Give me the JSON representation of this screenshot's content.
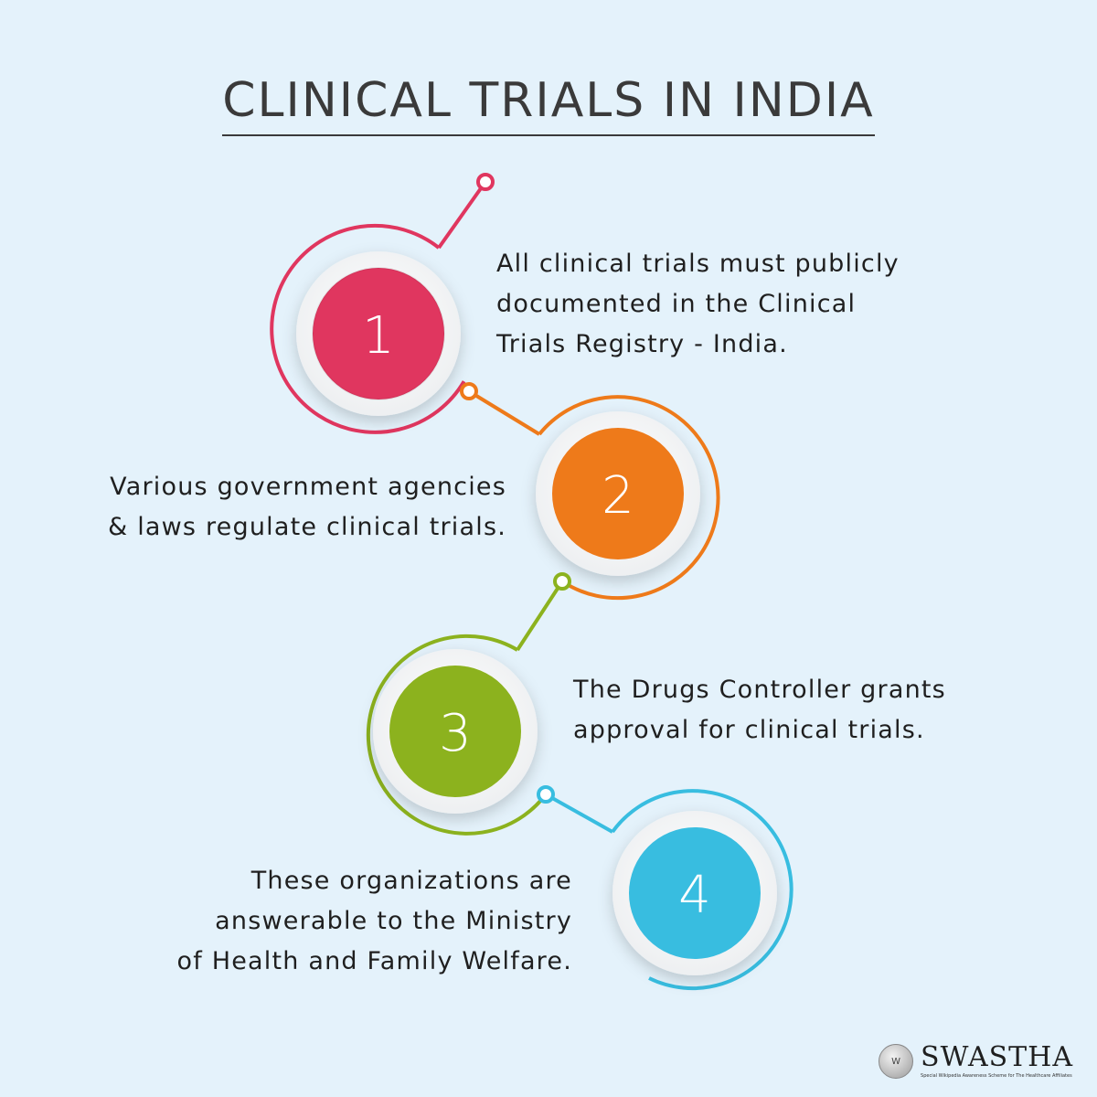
{
  "title": "CLINICAL TRIALS IN INDIA",
  "steps": [
    {
      "number": "1",
      "text_lines": [
        "All clinical trials must publicly",
        "documented in the Clinical",
        "Trials Registry - India."
      ],
      "color": "#e0365f"
    },
    {
      "number": "2",
      "text_lines": [
        "Various government agencies",
        "& laws regulate clinical trials."
      ],
      "color": "#ee7a1a"
    },
    {
      "number": "3",
      "text_lines": [
        "The Drugs Controller grants",
        "approval for clinical trials."
      ],
      "color": "#8cb21e"
    },
    {
      "number": "4",
      "text_lines": [
        "These organizations are",
        "answerable to the Ministry",
        "of Health and Family Welfare."
      ],
      "color": "#38bde0"
    }
  ],
  "logo": {
    "name": "SWASTHA",
    "tagline": "Special Wikipedia Awareness Scheme for The Healthcare Affiliates",
    "icon": "wikipedia-globe-icon"
  }
}
